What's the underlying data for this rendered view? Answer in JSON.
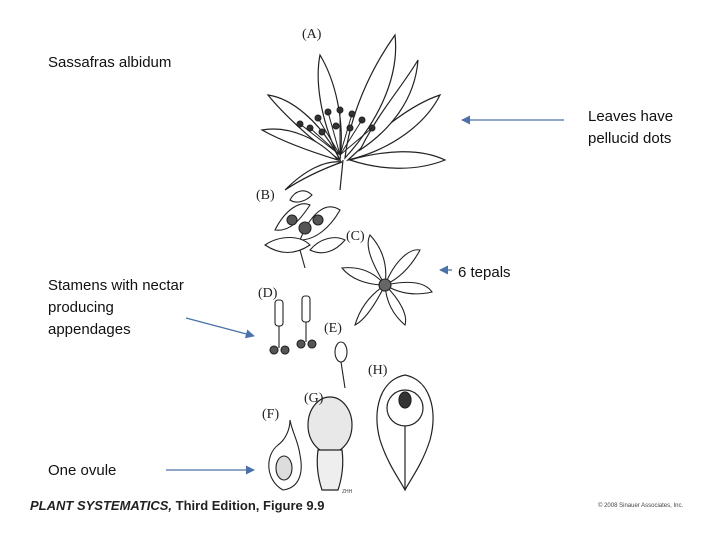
{
  "labels": {
    "species": "Sassafras albidum",
    "leaves_line1": "Leaves have",
    "leaves_line2": "pellucid dots",
    "stamens_line1": "Stamens with nectar",
    "stamens_line2": "producing",
    "stamens_line3": "appendages",
    "tepals": "6 tepals",
    "ovule": "One ovule"
  },
  "figure_parts": [
    "(A)",
    "(B)",
    "(C)",
    "(D)",
    "(E)",
    "(F)",
    "(G)",
    "(H)"
  ],
  "footer": {
    "book": "PLANT SYSTEMATICS,",
    "rest": " Third Edition, Figure 9.9",
    "copyright": "© 2008 Sinauer Associates, Inc.",
    "artist": "ZHH"
  },
  "colors": {
    "arrow": "#4a72a8",
    "ink": "#222222"
  }
}
